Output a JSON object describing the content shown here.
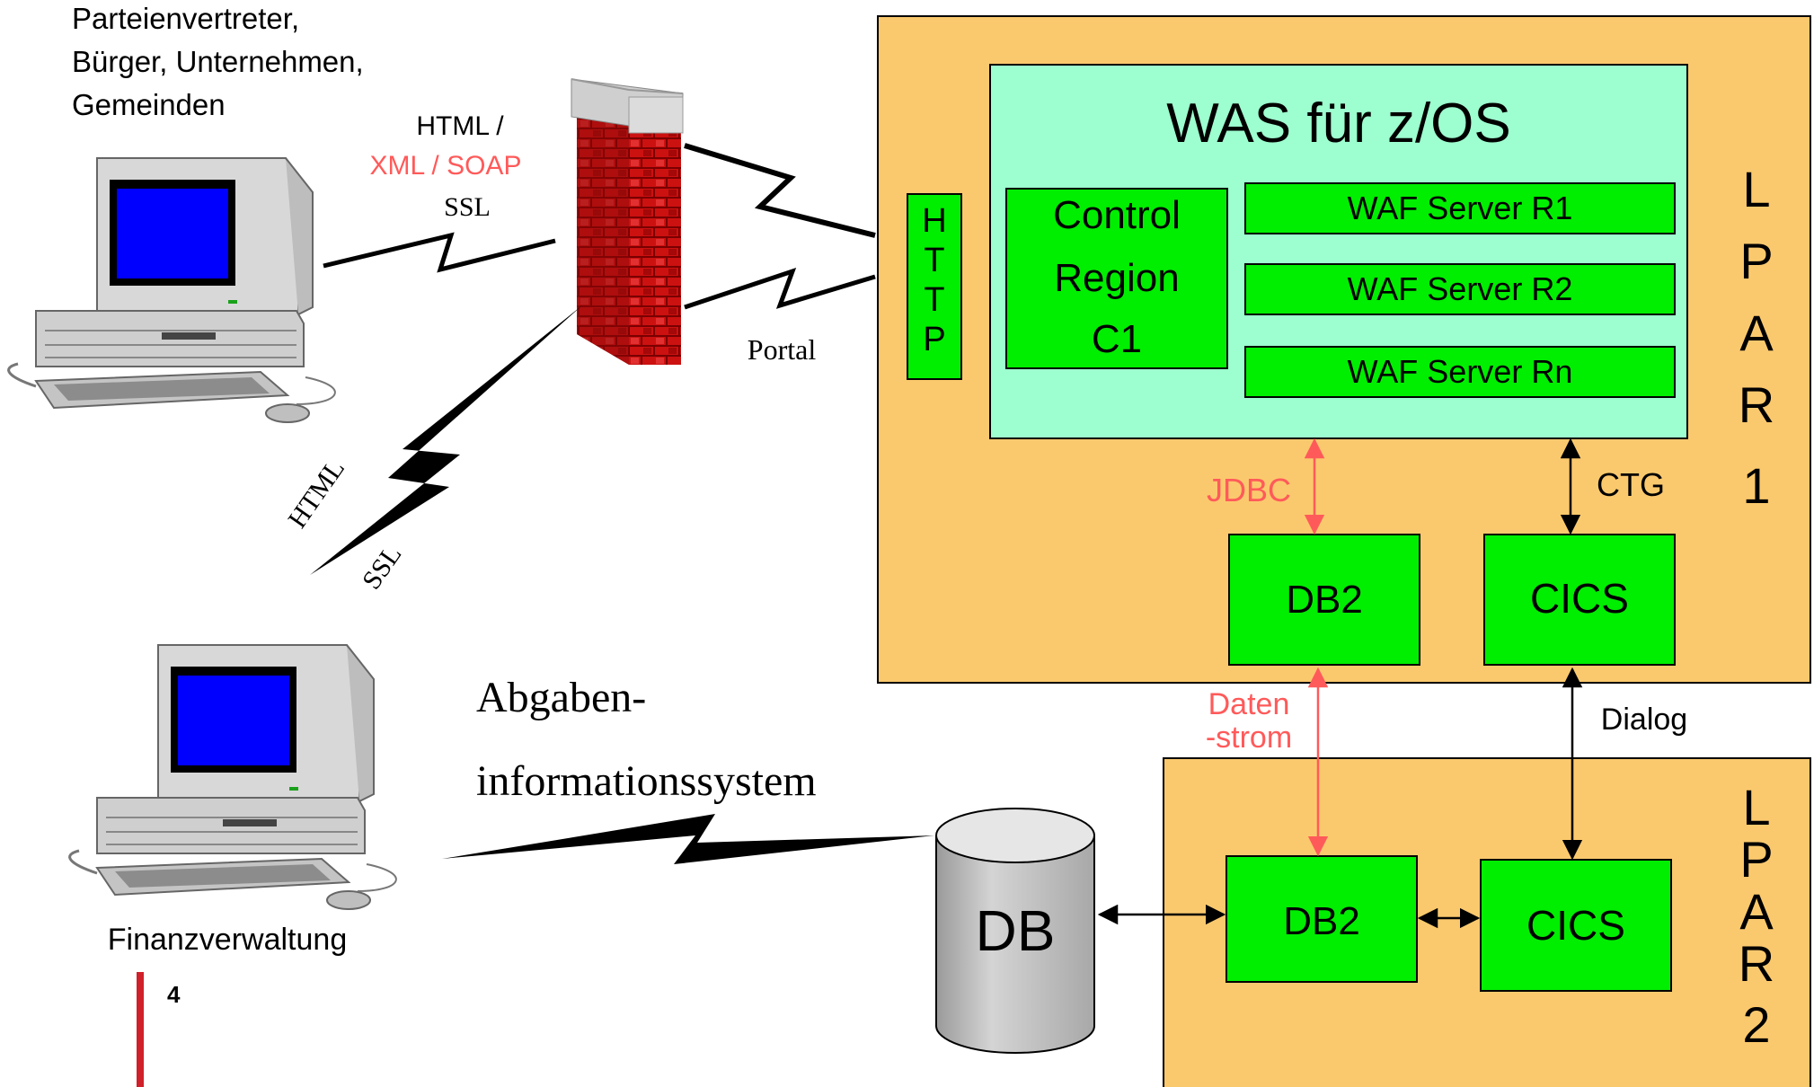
{
  "clients": {
    "external_label_lines": [
      "Parteienvertreter,",
      "Bürger, Unternehmen,",
      "Gemeinden"
    ],
    "internal_label": "Finanzverwaltung"
  },
  "links": {
    "html_ssl": {
      "line1": "HTML /",
      "line2": "XML / SOAP",
      "line3": "SSL"
    },
    "portal": "Portal",
    "html_diag": "HTML",
    "ssl_diag": "SSL",
    "abgaben_line1": "Abgaben-",
    "abgaben_line2": "informationssystem"
  },
  "lpar1": {
    "label_chars": [
      "L",
      "P",
      "A",
      "R",
      "1"
    ],
    "was_title": "WAS für z/OS",
    "http_chars": [
      "H",
      "T",
      "T",
      "P"
    ],
    "control_region_lines": [
      "Control",
      "Region",
      "C1"
    ],
    "servers": [
      "WAF Server R1",
      "WAF Server R2",
      "WAF Server Rn"
    ],
    "jdbc": "JDBC",
    "ctg": "CTG",
    "db2": "DB2",
    "cics": "CICS"
  },
  "lpar2": {
    "label_chars": [
      "L",
      "P",
      "A",
      "R",
      "2"
    ],
    "db2": "DB2",
    "cics": "CICS",
    "datenstrom_lines": [
      "Daten",
      "-strom"
    ],
    "dialog": "Dialog"
  },
  "db": {
    "label": "DB"
  },
  "page_number": "4",
  "colors": {
    "lpar_bg": "#FBC96D",
    "was_bg": "#9DFFCF",
    "box_green": "#00EE00",
    "accent_red": "#FF5A5A",
    "screen_blue": "#0000FF",
    "brick_red": "#CC1111",
    "db_gray": "#C8C8C8",
    "page_bar_red": "#D0202A"
  }
}
